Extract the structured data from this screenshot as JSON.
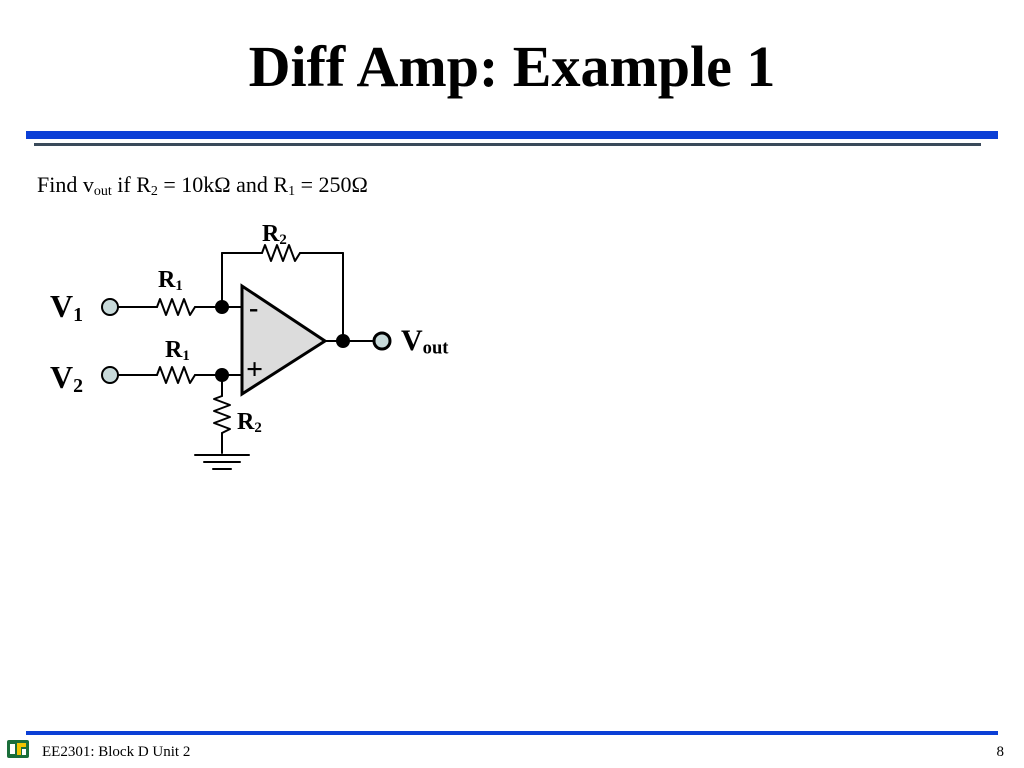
{
  "slide": {
    "title": "Diff Amp: Example 1",
    "accent_color": "#0b3fd6"
  },
  "problem": {
    "find_word": "Find v",
    "vout_sub": "out",
    "if_r": " if R",
    "r2_sub": "2",
    "r2_value": " = 10kΩ and R",
    "r1_sub": "1",
    "r1_value": " = 250Ω"
  },
  "circuit": {
    "v1_label": "V",
    "v1_sub": "1",
    "v2_label": "V",
    "v2_sub": "2",
    "vout_label": "V",
    "vout_sub": "out",
    "r_letter": "R",
    "r1_sub": "1",
    "r2_sub": "2",
    "minus_sign": "-",
    "plus_sign": "+",
    "opamp_fill": "#dcdcdc",
    "terminal_fill": "#c8dada"
  },
  "footer": {
    "course": "EE2301: Block D Unit 2",
    "page": "8",
    "logo_icon": "university-logo-icon"
  }
}
